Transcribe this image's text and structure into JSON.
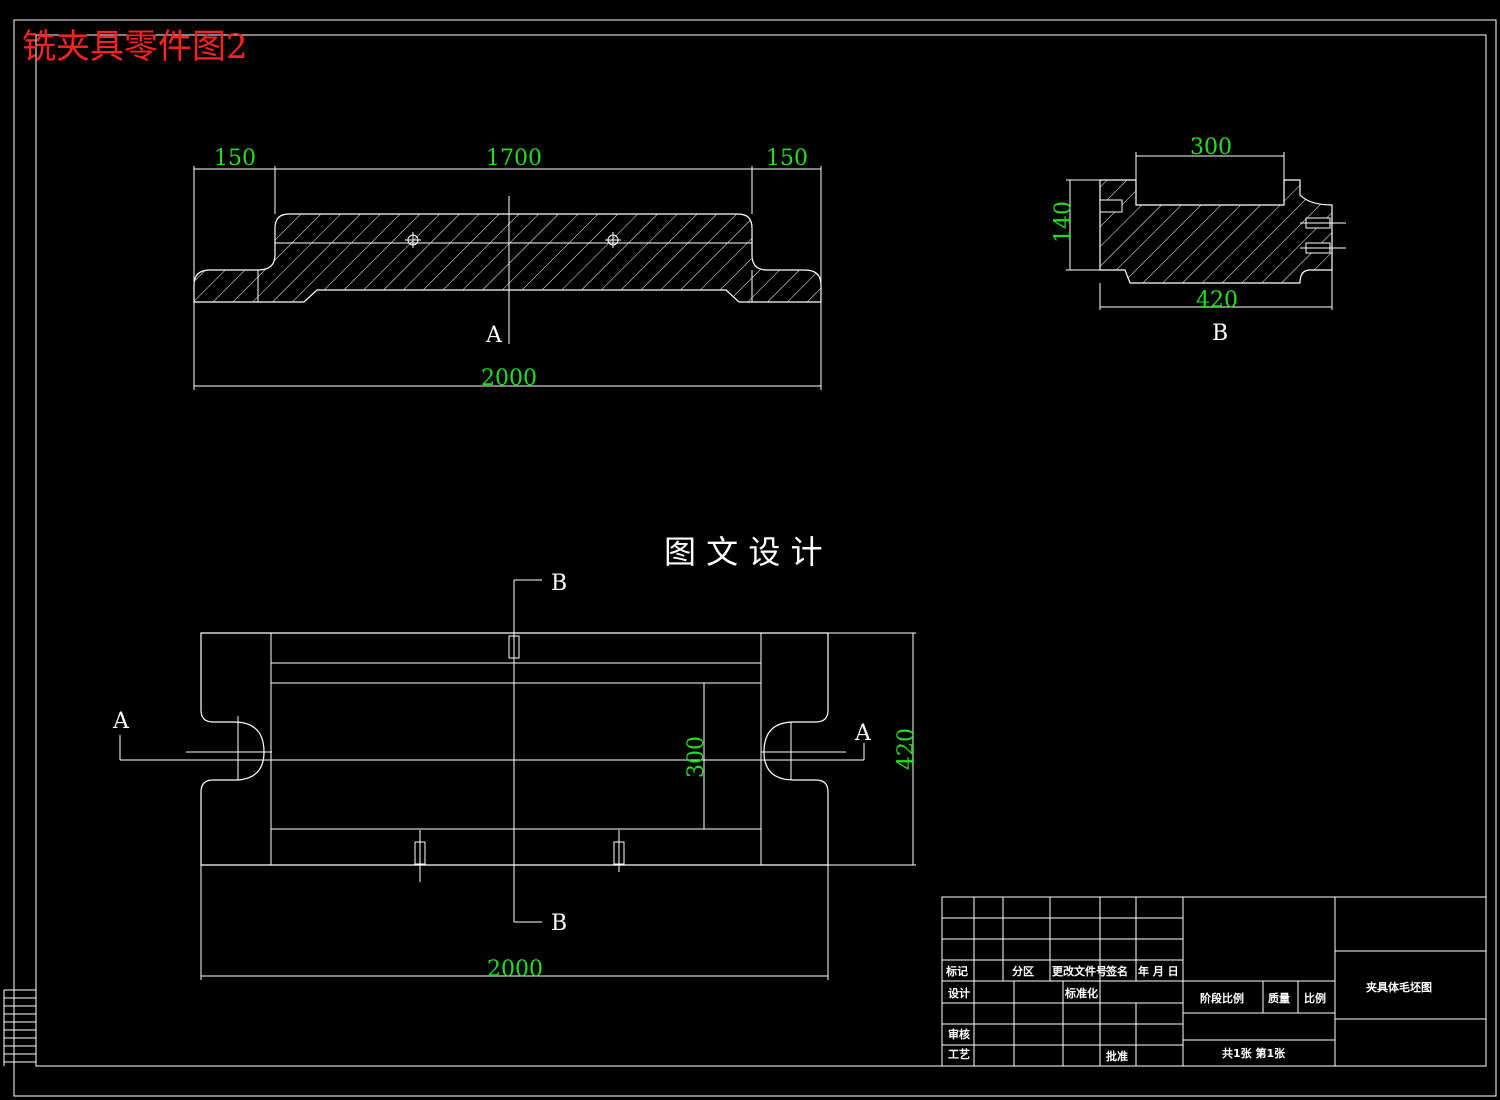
{
  "header": {
    "title": "铣夹具零件图2",
    "subtitle": "图 文 设 计"
  },
  "top_view": {
    "dims": {
      "left": "150",
      "mid": "1700",
      "right": "150",
      "total": "2000"
    },
    "section_label": "A"
  },
  "side_view": {
    "dims": {
      "top": "300",
      "height": "140",
      "bottom": "420"
    },
    "section_label": "B"
  },
  "plan_view": {
    "labels": {
      "b_top": "B",
      "b_bottom": "B",
      "a_left": "A",
      "a_right": "A"
    },
    "dims": {
      "inner": "300",
      "outer": "420",
      "total": "2000"
    }
  },
  "title_block": {
    "marks": "标记",
    "zone": "分区",
    "change_doc": "更改文件号",
    "signature": "签名",
    "date": "年 月 日",
    "design": "设计",
    "standardize": "标准化",
    "stage_scale": "阶段比例",
    "weight": "质量",
    "scale": "比例",
    "review": "审核",
    "process": "工艺",
    "approve": "批准",
    "sheets": "共1张 第1张",
    "drawing_name": "夹具体毛坯图"
  },
  "colors": {
    "background": "#000000",
    "line": "#ffffff",
    "dimension": "#22dd22",
    "title": "#ff2222"
  }
}
